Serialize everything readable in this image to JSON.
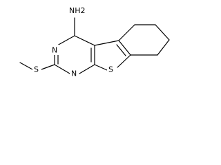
{
  "molecule": {
    "atom_labels": {
      "amine": "NH2",
      "ring_n_top": "N",
      "ring_n_bottom": "N",
      "thiophene_s": "S",
      "thioether_s": "S"
    }
  }
}
